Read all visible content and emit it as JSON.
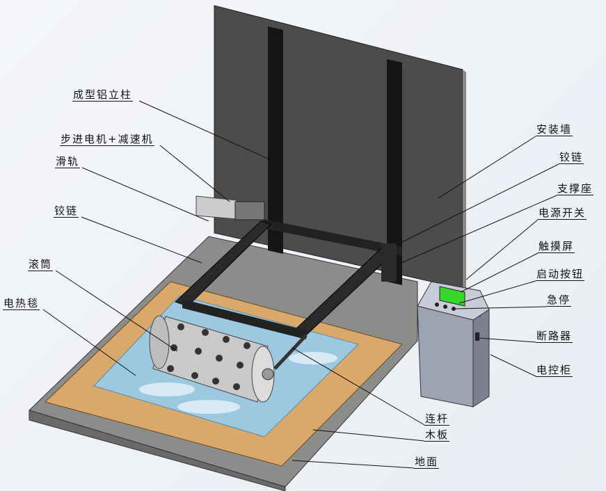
{
  "labels": {
    "column": "成型铝立柱",
    "motor": "步进电机+减速机",
    "rail": "滑轨",
    "hinge_left": "铰链",
    "roller": "滚筒",
    "blanket": "电热毯",
    "wall": "安装墙",
    "hinge_right": "铰链",
    "support": "支撑座",
    "power_switch": "电源开关",
    "touchscreen": "触摸屏",
    "start_button": "启动按钮",
    "estop": "急停",
    "breaker": "断路器",
    "cabinet": "电控柜",
    "link_rod": "连杆",
    "board": "木板",
    "ground": "地面"
  },
  "colors": {
    "wall": "#4a4a4a",
    "column": "#151515",
    "ground": "#8a8a88",
    "board": "#d9a86a",
    "blanket": "#9cc8e0",
    "roller": "#c8c8c8",
    "cabinet": "#9ea3b4",
    "screen": "#36d62a"
  }
}
